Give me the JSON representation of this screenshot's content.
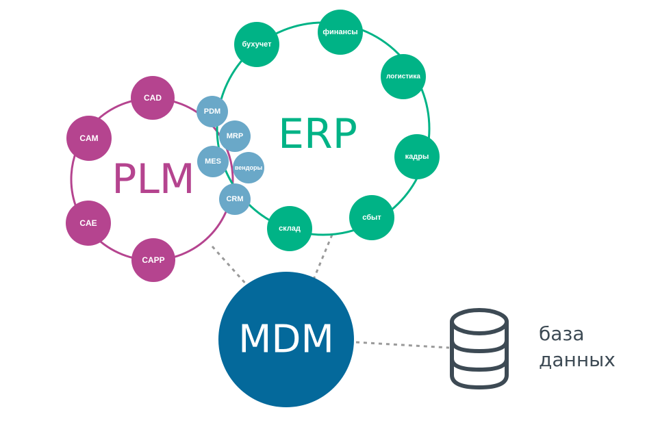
{
  "colors": {
    "plm": "#b5448f",
    "erp": "#00b386",
    "shared": "#6aa8c8",
    "mdm": "#04699b",
    "database": "#3d4a54",
    "connector": "#999999"
  },
  "plm": {
    "title": "PLM",
    "nodes": [
      "CAD",
      "CAM",
      "CAE",
      "CAPP"
    ]
  },
  "erp": {
    "title": "ERP",
    "nodes": [
      "бухучет",
      "финансы",
      "логистика",
      "кадры",
      "сбыт",
      "склад"
    ]
  },
  "shared": {
    "nodes": [
      "PDM",
      "MRP",
      "MES",
      "вендоры",
      "CRM"
    ]
  },
  "mdm": {
    "title": "MDM"
  },
  "database": {
    "icon": "database-icon",
    "label_line1": "база",
    "label_line2": "данных"
  }
}
